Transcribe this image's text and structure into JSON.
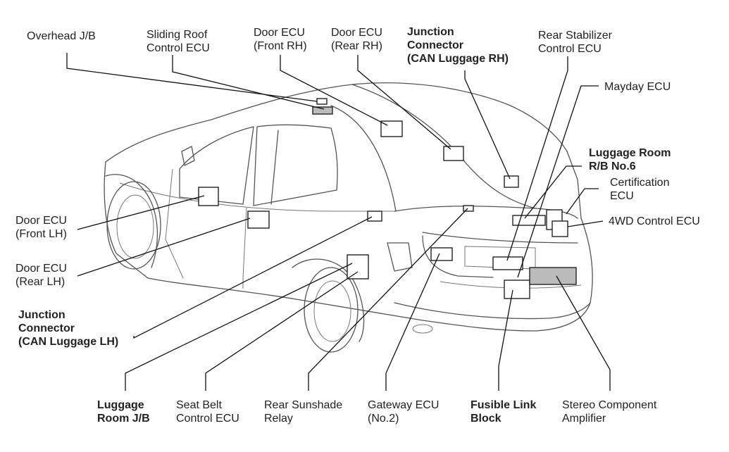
{
  "labels": {
    "overhead_jb": [
      "Overhead J/B"
    ],
    "sliding_roof": [
      "Sliding Roof",
      "Control ECU"
    ],
    "door_ecu_front_rh": [
      "Door ECU",
      "(Front RH)"
    ],
    "door_ecu_rear_rh": [
      "Door ECU",
      "(Rear RH)"
    ],
    "junction_can_rh": [
      "Junction",
      "Connector",
      "(CAN Luggage RH)"
    ],
    "rear_stabilizer": [
      "Rear Stabilizer",
      "Control ECU"
    ],
    "mayday_ecu": [
      "Mayday ECU"
    ],
    "luggage_rb6": [
      "Luggage Room",
      "R/B No.6"
    ],
    "certification_ecu": [
      "Certification",
      "ECU"
    ],
    "fourwd_ecu": [
      "4WD Control ECU"
    ],
    "door_ecu_front_lh": [
      "Door ECU",
      "(Front LH)"
    ],
    "door_ecu_rear_lh": [
      "Door ECU",
      "(Rear LH)"
    ],
    "junction_can_lh": [
      "Junction",
      "Connector",
      "(CAN Luggage LH)"
    ],
    "luggage_jb": [
      "Luggage",
      "Room J/B"
    ],
    "seat_belt_ecu": [
      "Seat Belt",
      "Control ECU"
    ],
    "rear_sunshade": [
      "Rear Sunshade",
      "Relay"
    ],
    "gateway_ecu": [
      "Gateway ECU",
      "(No.2)"
    ],
    "fusible_link": [
      "Fusible Link",
      "Block"
    ],
    "stereo_amp": [
      "Stereo Component",
      "Amplifier"
    ]
  }
}
